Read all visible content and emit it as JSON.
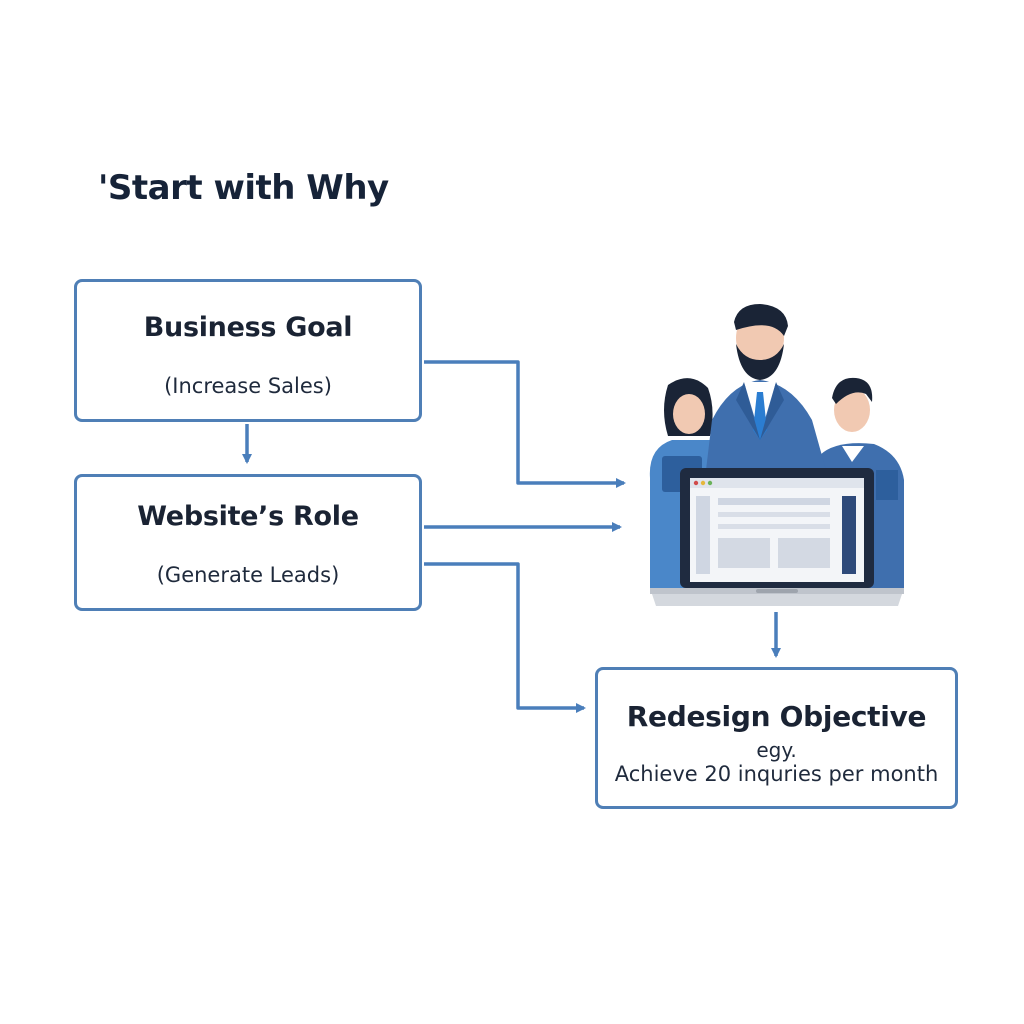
{
  "title": "'Start with Why",
  "nodes": {
    "business_goal": {
      "heading": "Business Goal",
      "sub": "(Increase Sales)"
    },
    "website_role": {
      "heading": "Website’s Role",
      "sub": "(Generate Leads)"
    },
    "redesign_objective": {
      "heading": "Redesign Objective",
      "note": "egy.",
      "sub": "Achieve 20 inquries per month"
    }
  },
  "illustration": "team-with-laptop",
  "colors": {
    "border": "#4f7fb6",
    "arrow": "#4a7ebb",
    "text": "#1a2333",
    "suit": "#3f6fae",
    "skin": "#f1c9b2"
  }
}
